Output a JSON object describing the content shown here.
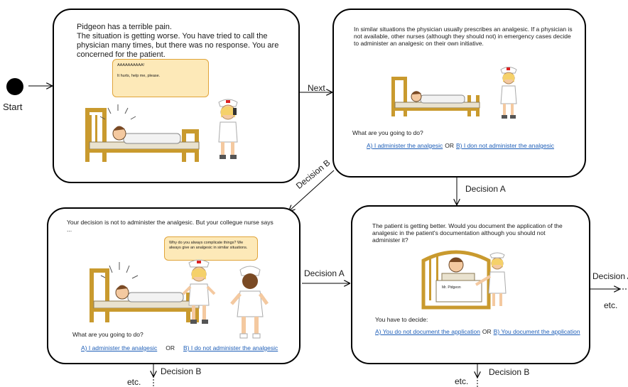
{
  "start": {
    "label": "Start"
  },
  "box1": {
    "line1": "Pidgeon has a terrible pain.",
    "line2": "The situation is getting worse. You have tried to call the physician many times, but there was no response. You are concerned for the patient.",
    "bubble": {
      "shout": "AAAAAAAAAA!",
      "plea": "It hurts, help me, please."
    }
  },
  "box2": {
    "text": "In similar situations the physician usually prescribes an analgesic. If a physician is not available, other nurses (although they should not) in emergency cases decide to administer an analgesic on their own initiative.",
    "question": "What are you going to do?",
    "option_a": "A) I administer the analgesic",
    "or": "OR",
    "option_b": "B) I don not administer the analgesic"
  },
  "box3": {
    "text": "Your decision is not to administer the analgesic. But your collegue nurse says ...",
    "bubble": "Why do you always complicate things? We always give an analgesic in similar situations.",
    "question": "What are you going to do?",
    "option_a": "A) I administer the analgesic",
    "or": "OR",
    "option_b": "B) I do not administer the analgesic"
  },
  "box4": {
    "text": "The patient is getting better. Would you document the application of the analgesic in the patient's documentation although you should not administer it?",
    "sign": "Mr. Pidgeon",
    "prompt": "You have to decide:",
    "option_a": "A) You do not document the application",
    "or": "OR",
    "option_b": "B) You document the application"
  },
  "edges": {
    "next": "Next",
    "decision_b_1": "Decision B",
    "decision_a_1": "Decision A",
    "decision_a_2": "Decision A",
    "decision_a_3": "Decision A",
    "decision_b_2": "Decision B",
    "decision_b_3": "Decision B",
    "etc_1": "etc.",
    "etc_2": "etc.",
    "etc_3": "etc."
  }
}
